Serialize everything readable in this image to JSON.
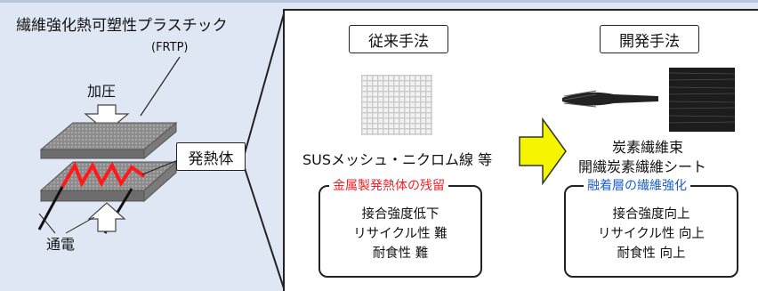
{
  "left": {
    "title": "繊維強化熱可塑性プラスチック",
    "subtitle": "(FRTP)",
    "press_label": "加圧",
    "heater_label": "発熱体",
    "current_label": "通電"
  },
  "conventional": {
    "header": "従来手法",
    "material": "SUSメッシュ・ニクロム線 等",
    "issue_title": "金属製発熱体の残留",
    "issue_color": "#e8242a",
    "results": [
      "接合強度低下",
      "リサイクル性 難",
      "耐食性 難"
    ]
  },
  "developed": {
    "header": "開発手法",
    "material_line1": "炭素繊維束",
    "material_line2": "開繊炭素繊維シート",
    "benefit_title": "融着層の繊維強化",
    "benefit_color": "#1a5fc8",
    "results": [
      "接合強度向上",
      "リサイクル性 向上",
      "耐食性 向上"
    ]
  },
  "colors": {
    "background": "#dfe7f5",
    "arrow_fill": "#f5f500",
    "heater_wire": "#ff1a1a"
  }
}
